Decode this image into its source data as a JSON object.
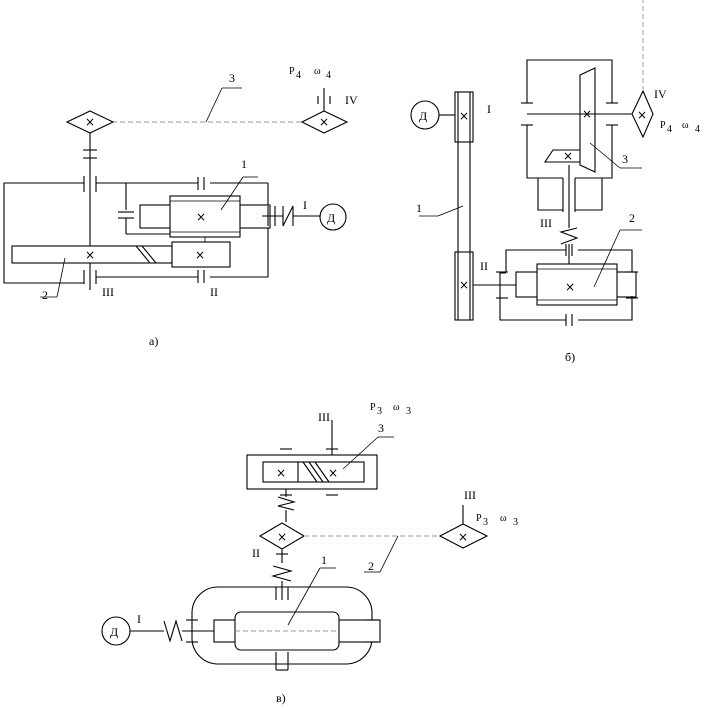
{
  "diagram_a": {
    "caption": "а)",
    "shafts": {
      "s1": "I",
      "s2": "II",
      "s3": "III"
    },
    "callouts": {
      "c1": "1",
      "c2": "2",
      "c3": "3"
    },
    "motor": "Д",
    "output_shaft": "IV",
    "power": "P",
    "power_sub": "4",
    "omega": "ω",
    "omega_sub": "4"
  },
  "diagram_b": {
    "caption": "б)",
    "shafts": {
      "s1": "I",
      "s2": "II",
      "s3": "III",
      "s4": "IV"
    },
    "callouts": {
      "c1": "1",
      "c2": "2",
      "c3": "3"
    },
    "motor": "Д",
    "power": "P",
    "power_sub": "4",
    "omega": "ω",
    "omega_sub": "4"
  },
  "diagram_c": {
    "caption": "в)",
    "shafts": {
      "s1": "I",
      "s2": "II",
      "s3": "III",
      "s3b": "III"
    },
    "callouts": {
      "c1": "1",
      "c2": "2",
      "c3": "3"
    },
    "motor": "Д",
    "power_top": "P",
    "power_top_sub": "3",
    "omega_top": "ω",
    "omega_top_sub": "3",
    "power_right": "P",
    "power_right_sub": "3",
    "omega_right": "ω",
    "omega_right_sub": "3"
  },
  "glyphs": {
    "cross": "×"
  }
}
